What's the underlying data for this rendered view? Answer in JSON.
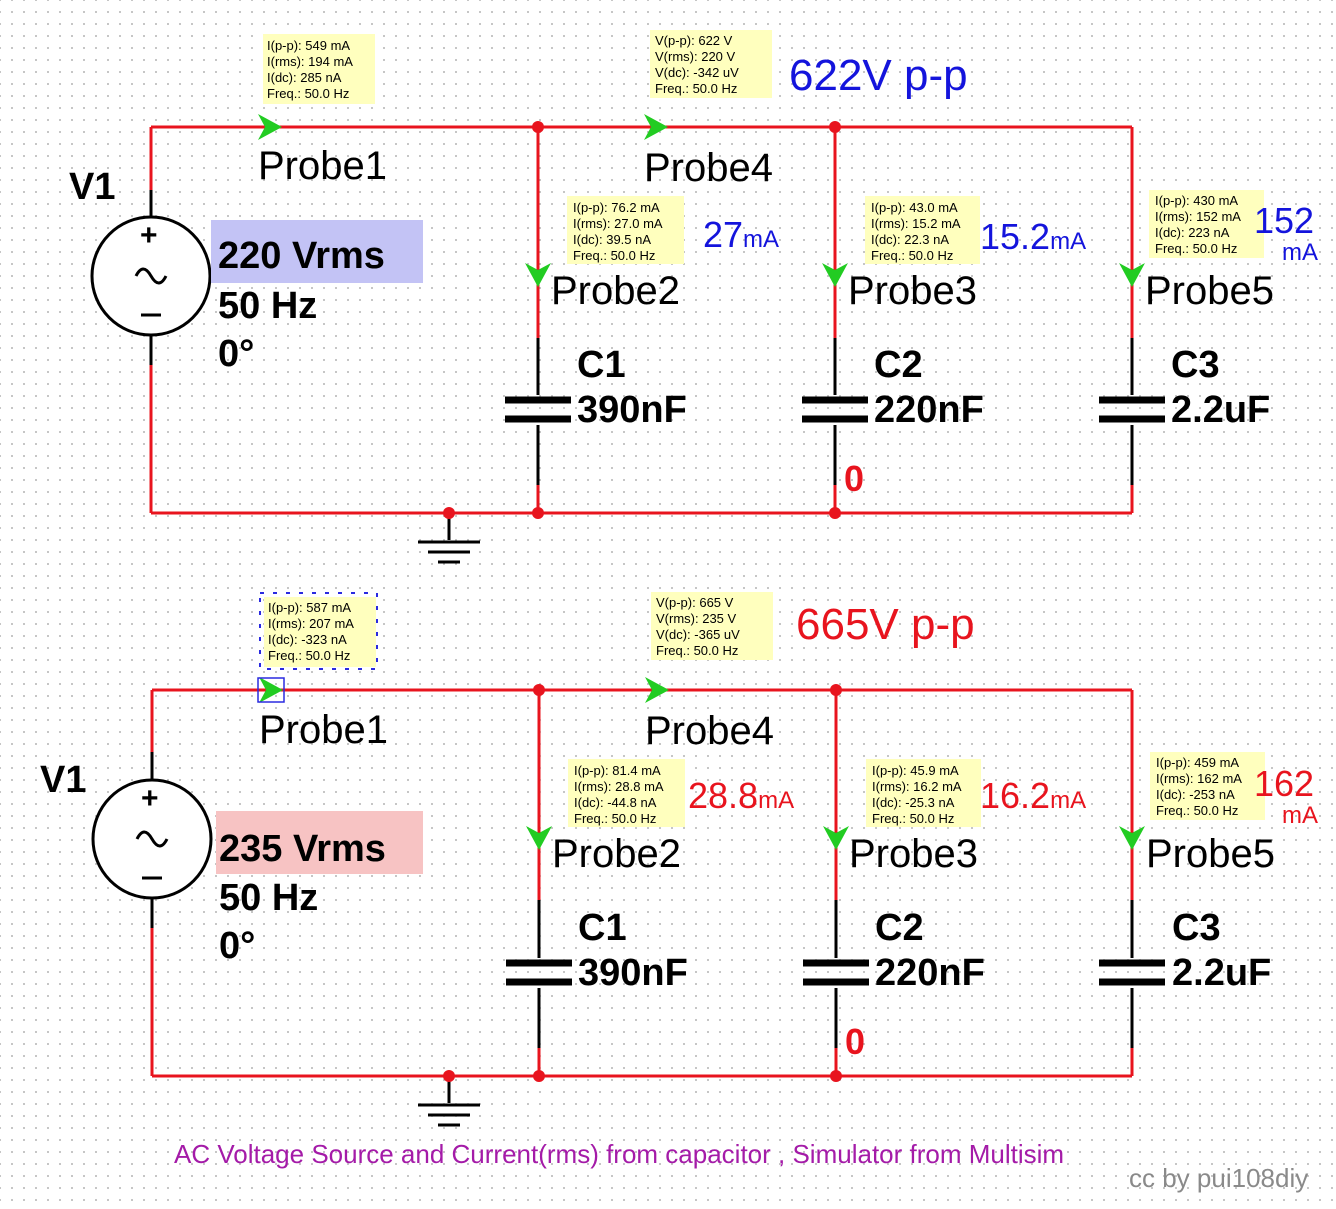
{
  "circuits": [
    {
      "source": {
        "name": "V1",
        "voltage": "220 Vrms",
        "frequency": "50 Hz",
        "phase": "0°",
        "highlight": "#c3c3f5"
      },
      "node_voltage": {
        "label": "622V p-p",
        "color": "#1414dc"
      },
      "probes": [
        {
          "name": "Probe1",
          "lines": [
            "I(p-p): 549 mA",
            "I(rms): 194 mA",
            "I(dc): 285 nA",
            "Freq.: 50.0 Hz"
          ]
        },
        {
          "name": "Probe4",
          "lines": [
            "V(p-p): 622 V",
            "V(rms): 220 V",
            "V(dc): -342 uV",
            "Freq.: 50.0 Hz"
          ]
        },
        {
          "name": "Probe2",
          "lines": [
            "I(p-p): 76.2 mA",
            "I(rms): 27.0 mA",
            "I(dc): 39.5 nA",
            "Freq.: 50.0 Hz"
          ],
          "current": "27",
          "unit": "mA"
        },
        {
          "name": "Probe3",
          "lines": [
            "I(p-p): 43.0 mA",
            "I(rms): 15.2 mA",
            "I(dc): 22.3 nA",
            "Freq.: 50.0 Hz"
          ],
          "current": "15.2",
          "unit": "mA"
        },
        {
          "name": "Probe5",
          "lines": [
            "I(p-p): 430 mA",
            "I(rms): 152 mA",
            "I(dc): 223 nA",
            "Freq.: 50.0 Hz"
          ],
          "current": "152",
          "unit": "mA"
        }
      ],
      "capacitors": [
        {
          "name": "C1",
          "value": "390nF"
        },
        {
          "name": "C2",
          "value": "220nF"
        },
        {
          "name": "C3",
          "value": "2.2uF"
        }
      ],
      "net_label": "0"
    },
    {
      "source": {
        "name": "V1",
        "voltage": "235 Vrms",
        "frequency": "50 Hz",
        "phase": "0°",
        "highlight": "#f7c3c3"
      },
      "node_voltage": {
        "label": "665V p-p",
        "color": "#e8141e"
      },
      "probes": [
        {
          "name": "Probe1",
          "lines": [
            "I(p-p): 587 mA",
            "I(rms): 207 mA",
            "I(dc): -323 nA",
            "Freq.: 50.0 Hz"
          ]
        },
        {
          "name": "Probe4",
          "lines": [
            "V(p-p): 665 V",
            "V(rms): 235 V",
            "V(dc): -365 uV",
            "Freq.: 50.0 Hz"
          ]
        },
        {
          "name": "Probe2",
          "lines": [
            "I(p-p): 81.4 mA",
            "I(rms): 28.8 mA",
            "I(dc): -44.8 nA",
            "Freq.: 50.0 Hz"
          ],
          "current": "28.8",
          "unit": "mA"
        },
        {
          "name": "Probe3",
          "lines": [
            "I(p-p): 45.9 mA",
            "I(rms): 16.2 mA",
            "I(dc): -25.3 nA",
            "Freq.: 50.0 Hz"
          ],
          "current": "16.2",
          "unit": "mA"
        },
        {
          "name": "Probe5",
          "lines": [
            "I(p-p): 459 mA",
            "I(rms): 162 mA",
            "I(dc): -253 nA",
            "Freq.: 50.0 Hz"
          ],
          "current": "162",
          "unit": "mA"
        }
      ],
      "capacitors": [
        {
          "name": "C1",
          "value": "390nF"
        },
        {
          "name": "C2",
          "value": "220nF"
        },
        {
          "name": "C3",
          "value": "2.2uF"
        }
      ],
      "net_label": "0"
    }
  ],
  "caption": "AC Voltage Source and Current(rms) from capacitor , Simulator from Multisim",
  "credit": "cc by pui108diy",
  "colors": {
    "wire": "#e8141e",
    "probe_arrow": "#22cc22",
    "probe_box": "#ffffbe"
  }
}
